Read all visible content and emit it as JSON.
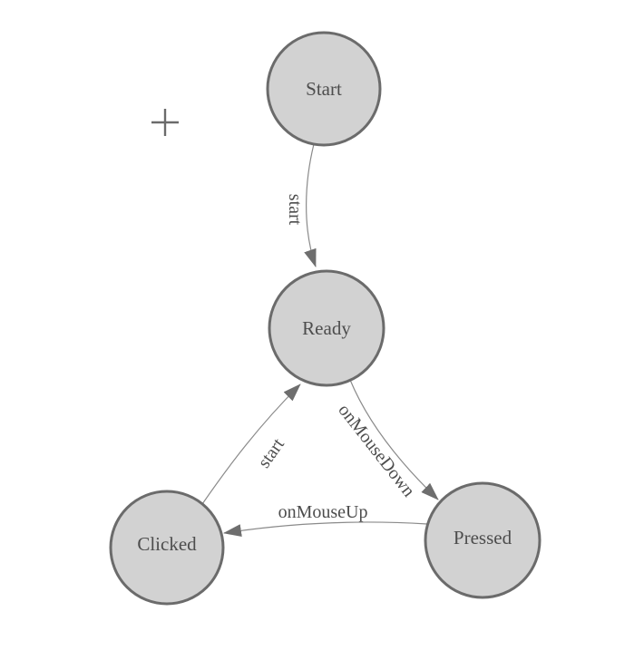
{
  "diagram": {
    "type": "state-machine",
    "colors": {
      "background": "#ffffff",
      "node_fill": "#d2d2d2",
      "node_stroke": "#6b6b6b",
      "edge_stroke": "#8a8a8a",
      "arrow_fill": "#6e6e6e",
      "text": "#4d4d4d",
      "crosshair": "#6b6b6b"
    },
    "nodes": [
      {
        "id": "start",
        "label": "Start"
      },
      {
        "id": "ready",
        "label": "Ready"
      },
      {
        "id": "clicked",
        "label": "Clicked"
      },
      {
        "id": "pressed",
        "label": "Pressed"
      }
    ],
    "edges": [
      {
        "id": "start-to-ready",
        "label": "start",
        "from": "Start",
        "to": "Ready"
      },
      {
        "id": "ready-to-pressed",
        "label": "onMouseDown",
        "from": "Ready",
        "to": "Pressed"
      },
      {
        "id": "pressed-to-clicked",
        "label": "onMouseUp",
        "from": "Pressed",
        "to": "Clicked"
      },
      {
        "id": "clicked-to-ready",
        "label": "start",
        "from": "Clicked",
        "to": "Ready"
      }
    ],
    "icons": [
      {
        "name": "plus-crosshair-icon"
      }
    ]
  }
}
